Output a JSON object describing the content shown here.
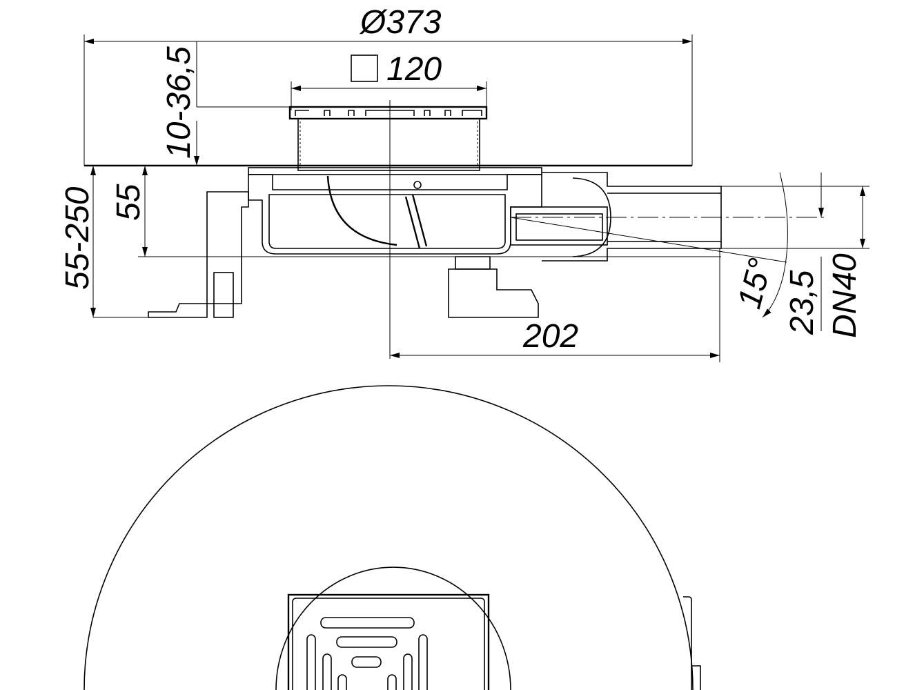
{
  "drawing": {
    "dimensions": {
      "diameter": "Ø373",
      "grate_size": "120",
      "grate_height": "10-36,5",
      "total_height": "55-250",
      "body_height": "55",
      "outlet_length": "202",
      "angle": "15°",
      "outlet_offset": "23,5",
      "outlet_pipe": "DN40"
    },
    "symbols": {
      "square": "square-symbol"
    },
    "colors": {
      "line": "#000000",
      "background": "#ffffff"
    }
  }
}
